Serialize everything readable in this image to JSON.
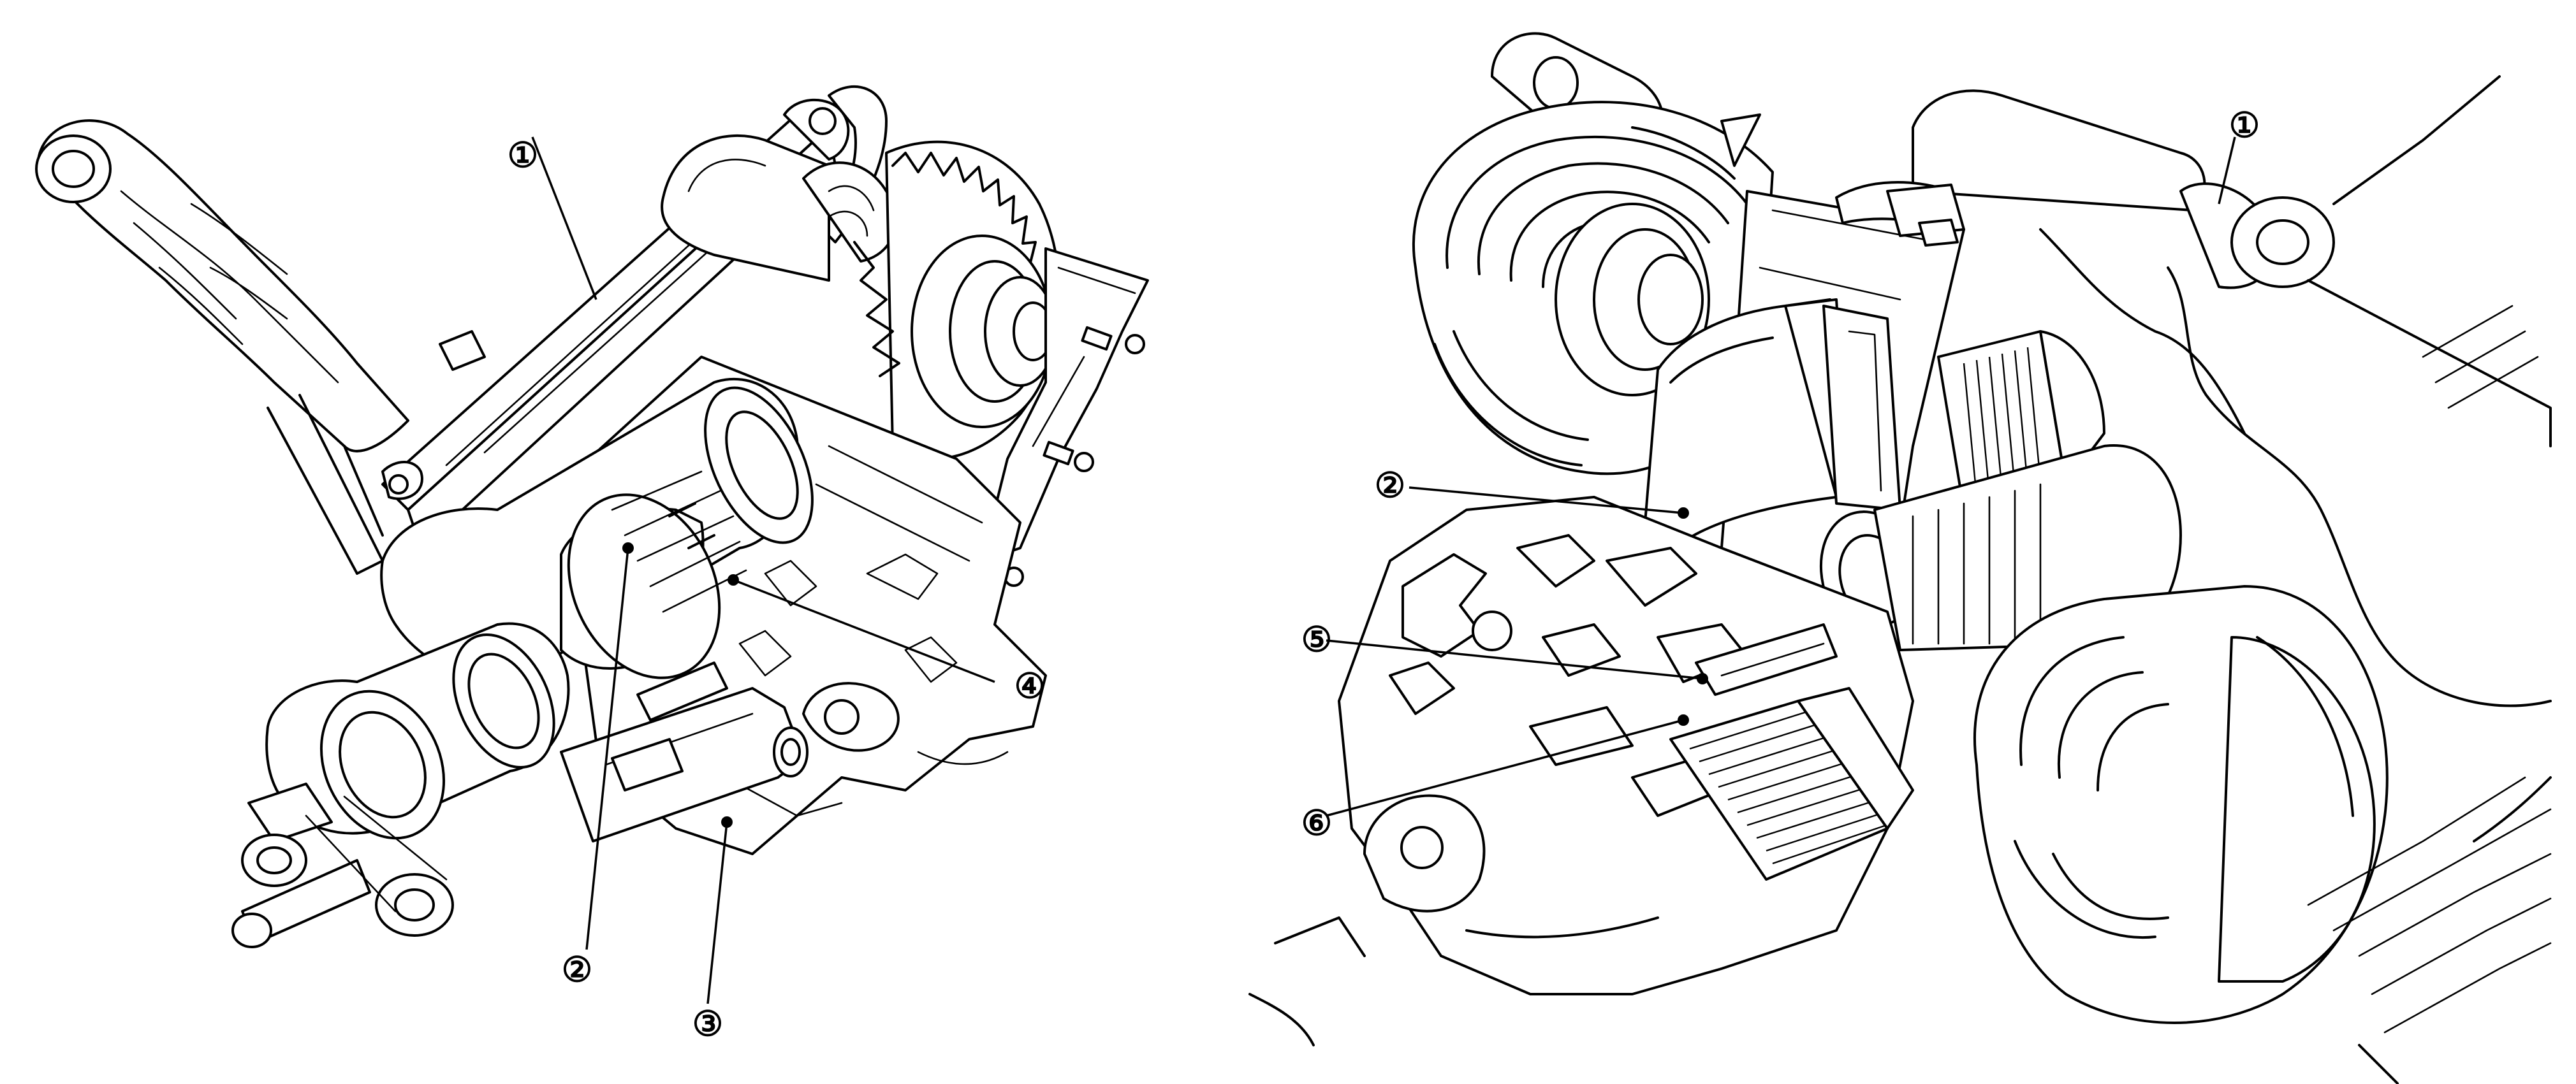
{
  "callouts": {
    "left": {
      "c1": "①",
      "c2": "②",
      "c3": "③",
      "c4": "④"
    },
    "right": {
      "c1": "①",
      "c2": "②",
      "c5": "⑤",
      "c6": "⑥"
    }
  }
}
